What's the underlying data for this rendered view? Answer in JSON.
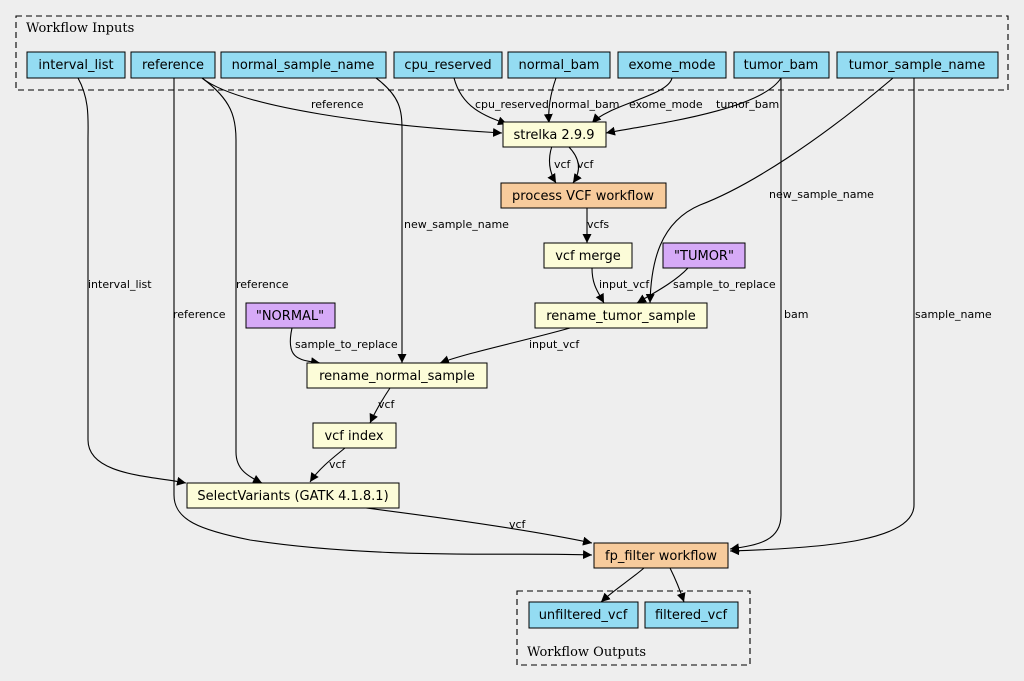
{
  "colors": {
    "background": "#eeeeee",
    "input": "#94dcf2",
    "output": "#94dcf2",
    "task": "#fcfcd8",
    "workflow": "#f7cb9c",
    "literal": "#d6aaf7"
  },
  "clusters": {
    "inputs_label": "Workflow Inputs",
    "outputs_label": "Workflow Outputs"
  },
  "inputs": {
    "interval_list": "interval_list",
    "reference": "reference",
    "normal_sample_name": "normal_sample_name",
    "cpu_reserved": "cpu_reserved",
    "normal_bam": "normal_bam",
    "exome_mode": "exome_mode",
    "tumor_bam": "tumor_bam",
    "tumor_sample_name": "tumor_sample_name"
  },
  "steps": {
    "strelka": "strelka 2.9.9",
    "process_vcf": "process VCF workflow",
    "vcf_merge": "vcf merge",
    "tumor_literal": "\"TUMOR\"",
    "rename_tumor": "rename_tumor_sample",
    "normal_literal": "\"NORMAL\"",
    "rename_normal": "rename_normal_sample",
    "vcf_index": "vcf index",
    "select_variants": "SelectVariants (GATK 4.1.8.1)",
    "fp_filter": "fp_filter workflow"
  },
  "outputs": {
    "unfiltered_vcf": "unfiltered_vcf",
    "filtered_vcf": "filtered_vcf"
  },
  "edge_labels": {
    "reference_strelka": "reference",
    "cpu_reserved": "cpu_reserved",
    "normal_bam": "normal_bam",
    "exome_mode": "exome_mode",
    "tumor_bam": "tumor_bam",
    "vcf_a": "vcf",
    "vcf_b": "vcf",
    "vcfs": "vcfs",
    "new_sample_name_tumor": "new_sample_name",
    "new_sample_name_normal": "new_sample_name",
    "input_vcf_tumor": "input_vcf",
    "sample_to_replace_tumor": "sample_to_replace",
    "interval_list": "interval_list",
    "reference_select": "reference",
    "reference_fp": "reference",
    "bam": "bam",
    "sample_name": "sample_name",
    "sample_to_replace_normal": "sample_to_replace",
    "input_vcf_normal": "input_vcf",
    "vcf_index_in": "vcf",
    "vcf_select_in": "vcf",
    "vcf_fp_in": "vcf"
  }
}
